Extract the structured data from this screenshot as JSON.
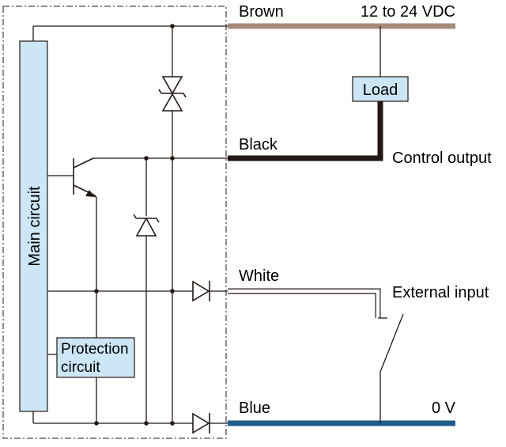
{
  "wires": {
    "brown": {
      "label": "Brown",
      "color": "#a68a77"
    },
    "black": {
      "label": "Black",
      "color": "#231815"
    },
    "white": {
      "label": "White",
      "color": "#ffffff"
    },
    "blue": {
      "label": "Blue",
      "color": "#1f5c8a"
    }
  },
  "supply_label": "12 to 24 VDC",
  "ground_label": "0 V",
  "control_output_label": "Control output",
  "external_input_label": "External input",
  "load_label": "Load",
  "main_circuit_label": "Main circuit",
  "protection_circuit": {
    "line1": "Protection",
    "line2": "circuit"
  },
  "colors": {
    "box_fill": "#cde6f5",
    "line": "#231815"
  }
}
